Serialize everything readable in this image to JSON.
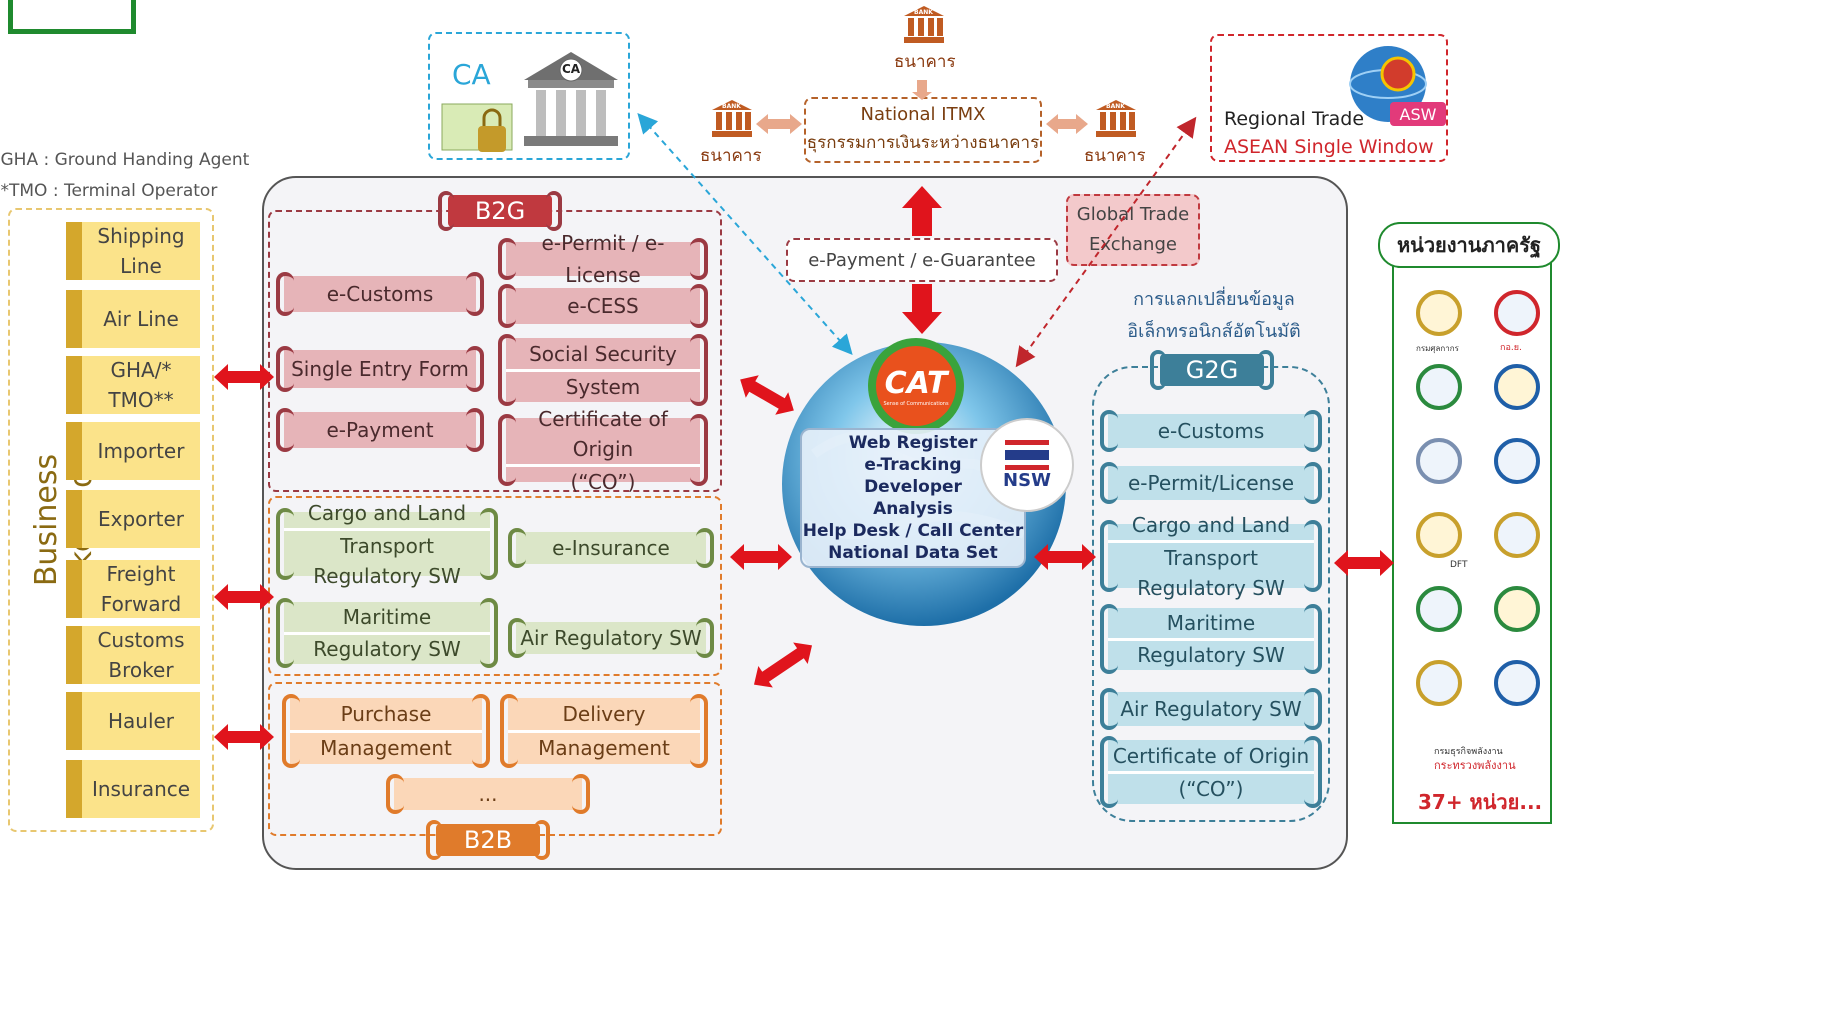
{
  "notes": {
    "gha": "*GHA : Ground Handing Agent",
    "tmo": "**TMO : Terminal Operator"
  },
  "stakeholders": {
    "title": "Business Stakeholders",
    "items": [
      [
        "Shipping",
        "Line"
      ],
      [
        "Air Line"
      ],
      [
        "GHA/*",
        "TMO**"
      ],
      [
        "Importer"
      ],
      [
        "Exporter"
      ],
      [
        "Freight",
        "Forward"
      ],
      [
        "Customs",
        "Broker"
      ],
      [
        "Hauler"
      ],
      [
        "Insurance"
      ]
    ]
  },
  "top": {
    "ca_label": "CA",
    "ca_building_label": "CA",
    "bank_badge": "BANK",
    "bank_word": "ธนาคาร",
    "itmx_title": "National ITMX",
    "itmx_sub": "ธุรกรรมการเงินระหว่างธนาคาร",
    "asw_line1": "Regional Trade",
    "asw_line2": "ASEAN Single Window",
    "asw_badge": "ASW"
  },
  "b2g": {
    "tag": "B2G",
    "left": [
      [
        "e-Customs"
      ],
      [
        "Single Entry Form"
      ],
      [
        "e-Payment"
      ]
    ],
    "right": [
      [
        "e-Permit / e-License"
      ],
      [
        "e-CESS"
      ],
      [
        "Social Security",
        "System"
      ],
      [
        "Certificate of Origin",
        "(“CO”)"
      ]
    ]
  },
  "regulatory": {
    "cargo": [
      "Cargo and Land",
      "Transport Regulatory SW"
    ],
    "insurance": [
      "e-Insurance"
    ],
    "maritime": [
      "Maritime",
      "Regulatory SW"
    ],
    "air": [
      "Air Regulatory SW"
    ]
  },
  "b2b": {
    "tag": "B2B",
    "purchase": [
      "Purchase",
      "Management"
    ],
    "delivery": [
      "Delivery",
      "Management"
    ],
    "more": [
      "..."
    ]
  },
  "center": {
    "epayment": "e-Payment / e-Guarantee",
    "global_trade": [
      "Global Trade",
      "Exchange"
    ],
    "cat_logo": "CAT",
    "cat_tagline": "Sense of Communications",
    "services": [
      "Web Register",
      "e-Tracking",
      "Developer",
      "Analysis",
      "Help Desk / Call Center",
      "National Data Set"
    ],
    "nsw": "NSW"
  },
  "g2g": {
    "heading_line1": "การแลกเปลี่ยนข้อมูล",
    "heading_line2": "อิเล็กทรอนิกส์อัตโนมัติ",
    "tag": "G2G",
    "items": [
      [
        "e-Customs"
      ],
      [
        "e-Permit/License"
      ],
      [
        "Cargo and Land",
        "Transport Regulatory SW"
      ],
      [
        "Maritime",
        "Regulatory SW"
      ],
      [
        "Air Regulatory SW"
      ],
      [
        "Certificate of Origin",
        "(“CO”)"
      ]
    ]
  },
  "gov": {
    "title": "หน่วยงานภาครัฐ",
    "count": "37+ หน่วย...",
    "logo_captions": {
      "customs": "กรมศุลกากร",
      "fda": "กอ.ย.",
      "energy": "กรมธุรกิจพลังงาน",
      "energy2": "กระทรวงพลังงาน",
      "dft": "DFT"
    }
  },
  "colors": {
    "b2g": "#9b3a43",
    "green": "#6e8a45",
    "orange": "#e07b2b",
    "blue": "#3d7f99",
    "arrow_red": "#e0141c",
    "stake_yellow": "#fbe38a",
    "gov_green": "#1f8a2e"
  }
}
